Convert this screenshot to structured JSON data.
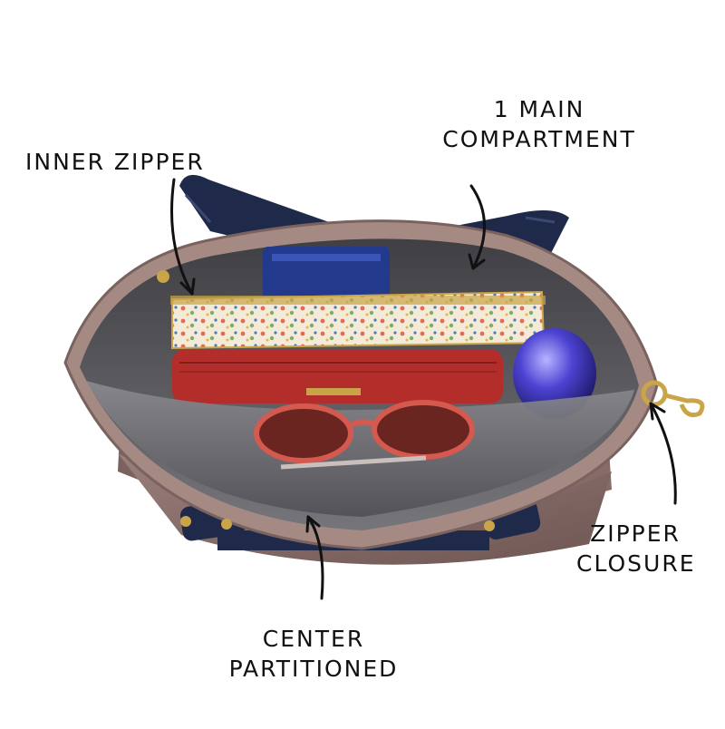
{
  "image": {
    "subject": "open-top-handbag-interior",
    "background_color": "#ffffff"
  },
  "callouts": {
    "inner_zipper": "INNER ZIPPER",
    "main_compartment": {
      "line1": "1 MAIN",
      "line2": "COMPARTMENT"
    },
    "zipper_closure": {
      "line1": "ZIPPER",
      "line2": "CLOSURE"
    },
    "center_partitioned": {
      "line1": "CENTER",
      "line2": "PARTITIONED"
    }
  },
  "colors": {
    "bag_body": "#8a6f6c",
    "bag_rim": "#a58a84",
    "handles": "#1f2a4a",
    "lining": "#5e5e62",
    "partition": "#6f6f73",
    "wallet": "#b32e2b",
    "sunglasses": "#c9534a",
    "gold_hardware": "#c9a449",
    "perfume": "#5148d6",
    "phone": "#233a8c"
  }
}
